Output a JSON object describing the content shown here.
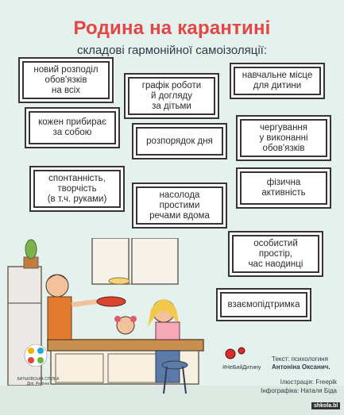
{
  "title": "Родина на карантині",
  "subtitle": "складові гармонійної самоізоляції:",
  "cards": [
    "новий розподіл\nобов'язків\nна всіх",
    "графік роботи\nй догляду\nза дітьми",
    "навчальне місце\nдля дитини",
    "кожен прибирає\nза собою",
    "розпорядок дня",
    "чергування\nу виконанні\nобов'язків",
    "спонтанність,\nтворчість\n(в т.ч. руками)",
    "насолода\nпростими\nречами вдома",
    "фізична\nактивність",
    "особистий\nпростір,\nчас наодинці",
    "взаємопідтримка"
  ],
  "logo": {
    "name": "БАТЬКІВСЬКА СПІЛКА",
    "tagline": "Ділі. Регіони"
  },
  "hashtag": "#НеБийДитину",
  "credits": {
    "text_label": "Текст: психологиня",
    "text_author": "Антоніна Оксанич.",
    "illustration": "Ілюстрація: Freepik",
    "infographic": "Інфографіка: Наталя Біда"
  },
  "site": "shkola.bl",
  "colors": {
    "background": "#e4f1ec",
    "title": "#e24646",
    "border": "#3a3333"
  }
}
